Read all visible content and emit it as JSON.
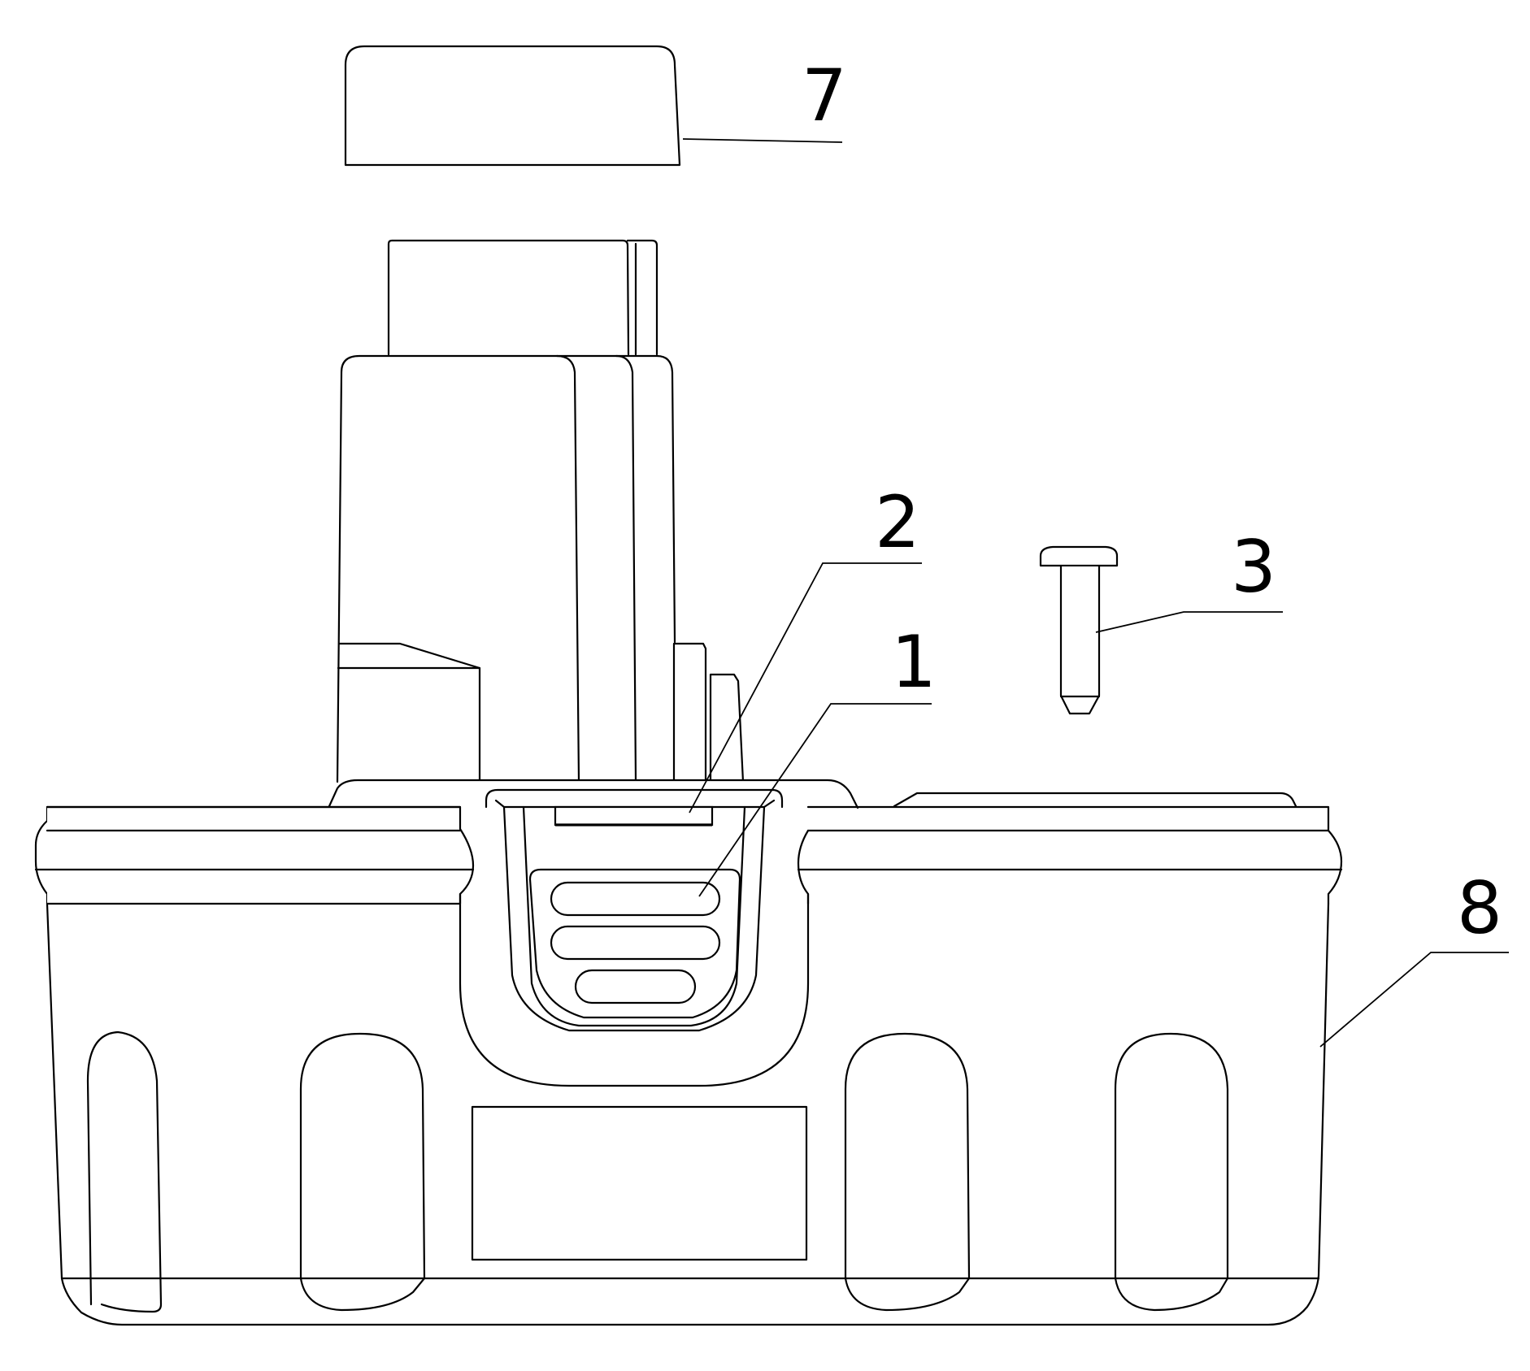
{
  "figure": {
    "background": "#ffffff",
    "stroke": "#000000"
  },
  "callouts": {
    "c1": "1",
    "c2": "2",
    "c3": "3",
    "c7": "7",
    "c8": "8"
  }
}
